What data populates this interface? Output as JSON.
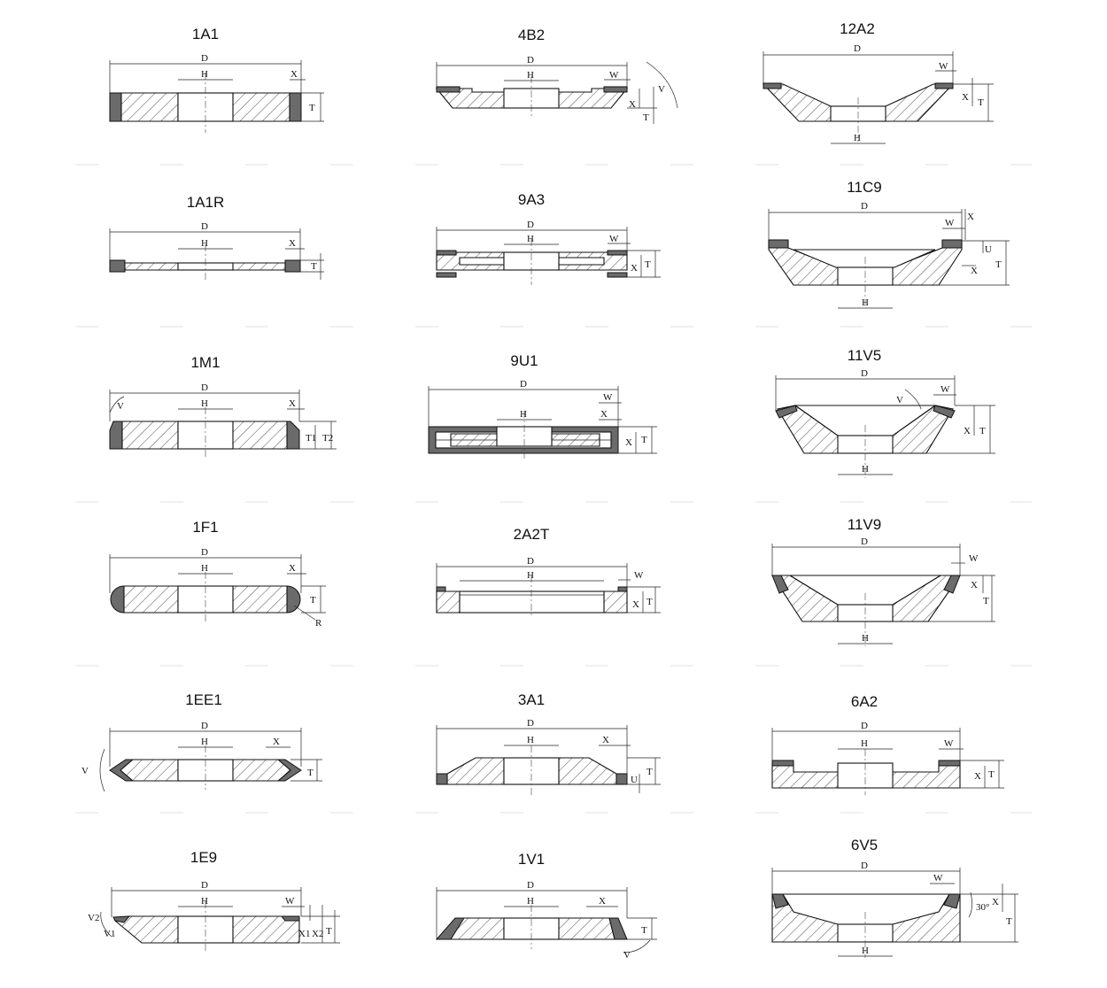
{
  "panels": [
    {
      "title": "1A1",
      "labels": [
        "D",
        "H",
        "X",
        "T"
      ]
    },
    {
      "title": "4B2",
      "labels": [
        "D",
        "H",
        "W",
        "V",
        "X",
        "T"
      ]
    },
    {
      "title": "12A2",
      "labels": [
        "D",
        "W",
        "X",
        "T",
        "H"
      ]
    },
    {
      "title": "1A1R",
      "labels": [
        "D",
        "H",
        "X",
        "T"
      ]
    },
    {
      "title": "9A3",
      "labels": [
        "D",
        "H",
        "W",
        "X",
        "T"
      ]
    },
    {
      "title": "11C9",
      "labels": [
        "D",
        "W",
        "X",
        "U",
        "X",
        "T",
        "H"
      ]
    },
    {
      "title": "1M1",
      "labels": [
        "D",
        "H",
        "X",
        "V",
        "T1",
        "T2"
      ]
    },
    {
      "title": "9U1",
      "labels": [
        "D",
        "W",
        "H",
        "X",
        "X",
        "T"
      ]
    },
    {
      "title": "11V5",
      "labels": [
        "D",
        "W",
        "V",
        "X",
        "T",
        "H"
      ]
    },
    {
      "title": "1F1",
      "labels": [
        "D",
        "H",
        "X",
        "T",
        "R"
      ]
    },
    {
      "title": "2A2T",
      "labels": [
        "D",
        "H",
        "W",
        "X",
        "T"
      ]
    },
    {
      "title": "11V9",
      "labels": [
        "D",
        "W",
        "X",
        "T",
        "H"
      ]
    },
    {
      "title": "1EE1",
      "labels": [
        "D",
        "H",
        "X",
        "V",
        "T"
      ]
    },
    {
      "title": "3A1",
      "labels": [
        "D",
        "H",
        "X",
        "U",
        "T"
      ]
    },
    {
      "title": "6A2",
      "labels": [
        "D",
        "H",
        "W",
        "X",
        "T"
      ]
    },
    {
      "title": "1E9",
      "labels": [
        "D",
        "H",
        "W",
        "V2",
        "V1",
        "X1",
        "X2",
        "T"
      ]
    },
    {
      "title": "1V1",
      "labels": [
        "D",
        "H",
        "X",
        "V",
        "T"
      ]
    },
    {
      "title": "6V5",
      "labels": [
        "D",
        "W",
        "30°",
        "X",
        "T",
        "H"
      ]
    }
  ]
}
